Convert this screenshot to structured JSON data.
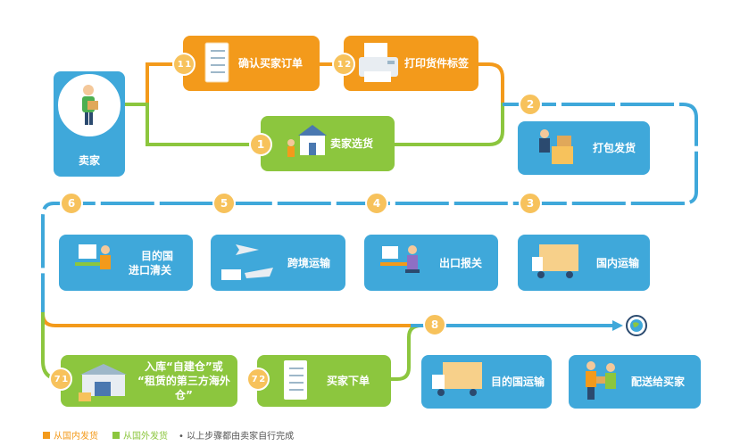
{
  "seller": {
    "label": "卖家"
  },
  "steps": {
    "s11": "1 1",
    "s12": "1 2",
    "s1": "1",
    "s2": "2",
    "s3": "3",
    "s4": "4",
    "s5": "5",
    "s6": "6",
    "s71": "7 1",
    "s72": "7 2",
    "s8": "8"
  },
  "cards": {
    "confirm_order": "确认买家订单",
    "print_label": "打印货件标签",
    "select_goods": "卖家选货",
    "pack_ship": "打包发货",
    "domestic_transport": "国内运输",
    "export_declare": "出口报关",
    "cross_border": "跨境运输",
    "dest_customs_l1": "目的国",
    "dest_customs_l2": "进口清关",
    "warehouse_l1": "入库“自建仓”或",
    "warehouse_l2": "“租赁的第三方海外仓”",
    "buyer_order": "买家下单",
    "dest_transport": "目的国运输",
    "deliver_buyer": "配送给买家"
  },
  "legend": {
    "domestic": "从国内发货",
    "overseas": "从国外发货",
    "note": "• 以上步骤都由卖家自行完成"
  },
  "colors": {
    "blue": "#3fa8da",
    "orange": "#f39a1b",
    "green": "#8cc63e",
    "step": "#f7c25c"
  }
}
